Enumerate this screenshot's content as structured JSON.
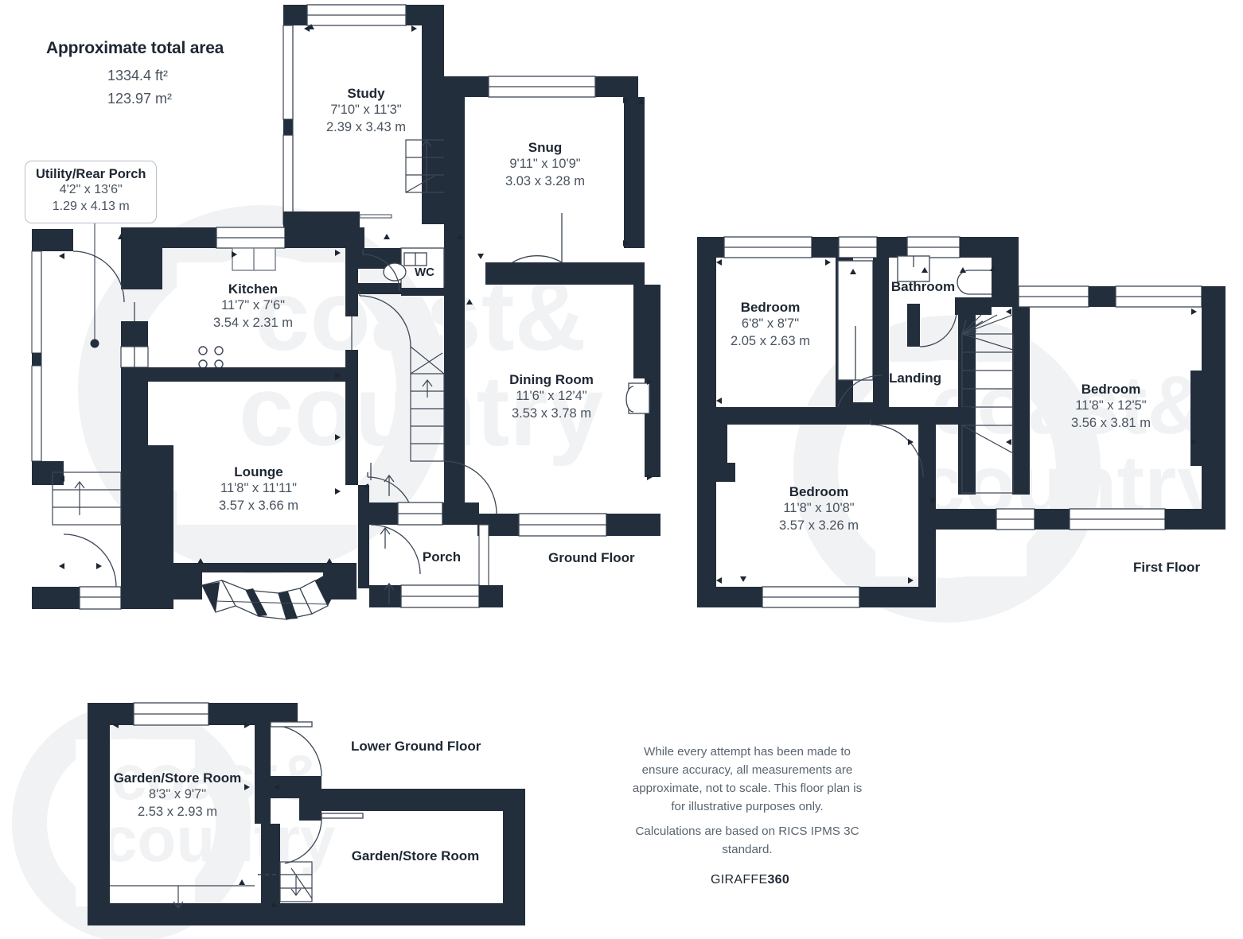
{
  "header": {
    "title": "Approximate total area",
    "area_sqft": "1334.4 ft²",
    "area_sqm": "123.97 m²"
  },
  "watermark": {
    "line1": "coast&",
    "line2": "country"
  },
  "floors": [
    {
      "id": "ground",
      "label": "Ground Floor",
      "rooms": [
        {
          "name": "Study",
          "imperial": "7'10\" x 11'3\"",
          "metric": "2.39 x 3.43 m"
        },
        {
          "name": "Snug",
          "imperial": "9'11\" x 10'9\"",
          "metric": "3.03 x 3.28 m"
        },
        {
          "name": "Kitchen",
          "imperial": "11'7\" x 7'6\"",
          "metric": "3.54 x 2.31 m"
        },
        {
          "name": "Dining Room",
          "imperial": "11'6\" x 12'4\"",
          "metric": "3.53 x 3.78 m"
        },
        {
          "name": "Lounge",
          "imperial": "11'8\" x 11'11\"",
          "metric": "3.57 x 3.66 m"
        },
        {
          "name": "Porch",
          "imperial": "",
          "metric": ""
        },
        {
          "name": "WC",
          "imperial": "",
          "metric": ""
        }
      ],
      "callout": {
        "name": "Utility/Rear Porch",
        "imperial": "4'2\" x 13'6\"",
        "metric": "1.29 x 4.13 m"
      }
    },
    {
      "id": "first",
      "label": "First Floor",
      "rooms": [
        {
          "name": "Bedroom",
          "imperial": "6'8\" x 8'7\"",
          "metric": "2.05 x 2.63 m"
        },
        {
          "name": "Bathroom",
          "imperial": "",
          "metric": ""
        },
        {
          "name": "Landing",
          "imperial": "",
          "metric": ""
        },
        {
          "name": "Bedroom",
          "imperial": "11'8\" x 12'5\"",
          "metric": "3.56 x 3.81 m"
        },
        {
          "name": "Bedroom",
          "imperial": "11'8\" x 10'8\"",
          "metric": "3.57 x 3.26 m"
        }
      ]
    },
    {
      "id": "lower-ground",
      "label": "Lower Ground Floor",
      "rooms": [
        {
          "name": "Garden/Store Room",
          "imperial": "8'3\" x 9'7\"",
          "metric": "2.53 x 2.93 m"
        },
        {
          "name": "Garden/Store Room",
          "imperial": "",
          "metric": ""
        }
      ]
    }
  ],
  "footer": {
    "disclaimer_1": "While every attempt has been made to ensure accuracy, all measurements are approximate, not to scale. This floor plan is for illustrative purposes only.",
    "disclaimer_2": "Calculations are based on RICS IPMS 3C standard.",
    "brand_main": "GIRAFFE",
    "brand_bold": "360"
  },
  "colors": {
    "wall": "#232e3c",
    "text_dark": "#1d2733",
    "text_muted": "#49535f",
    "watermark": "#f2f3f5",
    "thin_line": "#3c4654"
  }
}
